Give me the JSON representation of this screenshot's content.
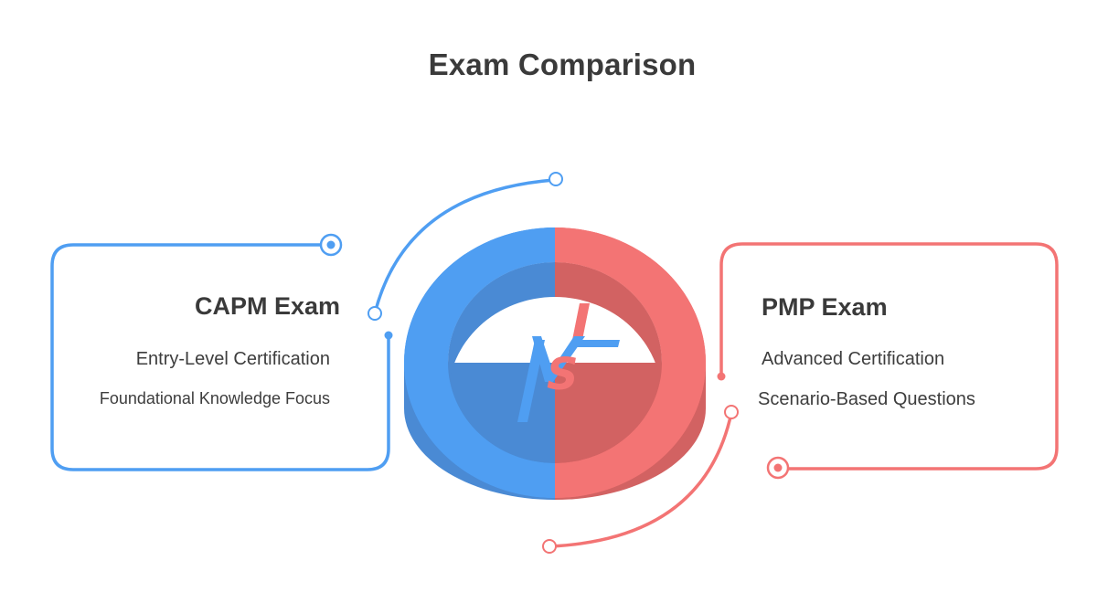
{
  "title": "Exam Comparison",
  "colors": {
    "blue": "#4f9ef2",
    "blue_dark": "#4a8ad4",
    "red": "#f37474",
    "red_dark": "#d26262",
    "text": "#3a3a3a"
  },
  "center": {
    "badge": "VS"
  },
  "left": {
    "heading": "CAPM Exam",
    "items": [
      "Entry-Level Certification",
      "Foundational Knowledge Focus"
    ]
  },
  "right": {
    "heading": "PMP Exam",
    "items": [
      "Advanced Certification",
      "Scenario-Based Questions"
    ]
  }
}
